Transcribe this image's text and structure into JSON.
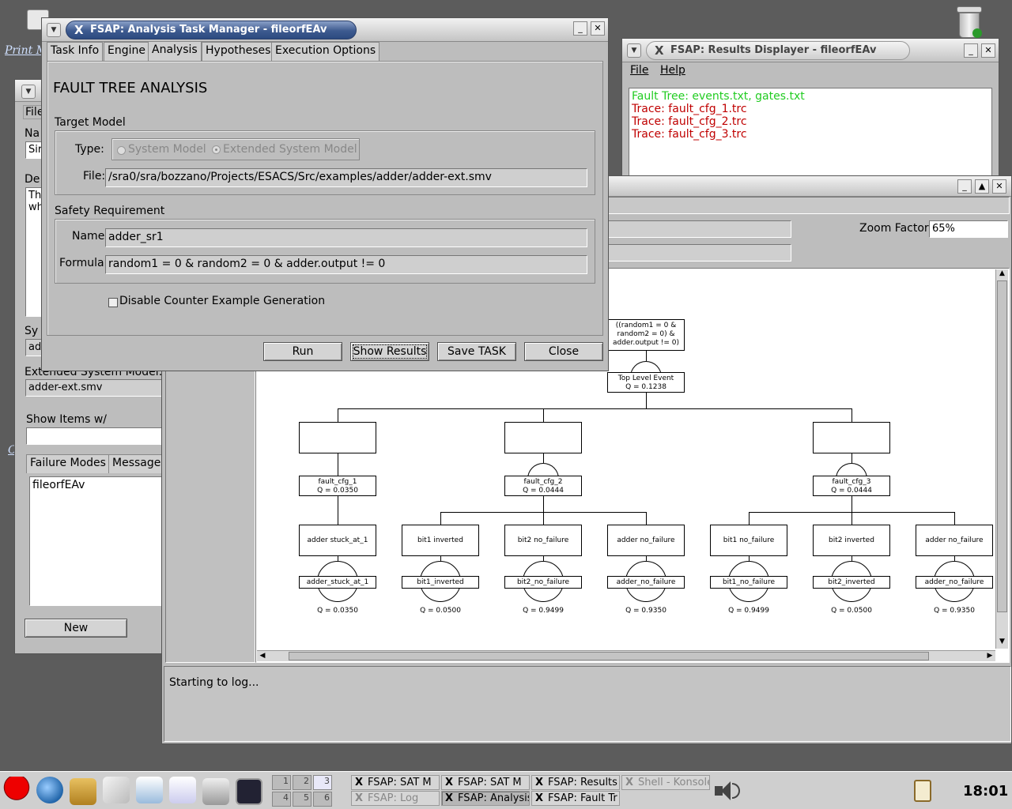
{
  "desktop": {
    "link_print": "Print M",
    "link_c": "C"
  },
  "task_manager": {
    "title": "FSAP: Analysis Task Manager - fileorfEAv",
    "tabs": [
      "Task Info",
      "Engine",
      "Analysis",
      "Hypotheses",
      "Execution Options"
    ],
    "heading": "FAULT TREE ANALYSIS",
    "target_model": {
      "label": "Target Model",
      "type_label": "Type:",
      "radio_system": "System Model",
      "radio_extended": "Extended System Model",
      "file_label": "File:",
      "file_value": "/sra0/sra/bozzano/Projects/ESACS/Src/examples/adder/adder-ext.smv"
    },
    "safety": {
      "label": "Safety Requirement",
      "name_label": "Name:",
      "name_value": "adder_sr1",
      "formula_label": "Formula:",
      "formula_value": "random1 = 0 & random2 = 0 & adder.output != 0"
    },
    "checkbox_label": "Disable Counter Example Generation",
    "buttons": {
      "run": "Run",
      "show_results": "Show Results",
      "save": "Save TASK",
      "close": "Close"
    }
  },
  "results": {
    "title": "FSAP: Results Displayer - fileorfEAv",
    "menu_file": "File",
    "menu_help": "Help",
    "items": [
      {
        "text": "Fault Tree: events.txt, gates.txt",
        "color": "#22cc22"
      },
      {
        "text": "Trace: fault_cfg_1.trc",
        "color": "#c00000"
      },
      {
        "text": "Trace: fault_cfg_2.trc",
        "color": "#c00000"
      },
      {
        "text": "Trace: fault_cfg_3.trc",
        "color": "#c00000"
      }
    ]
  },
  "left_window": {
    "menu_file": "File",
    "name_label": "Na",
    "name_value": "Sir",
    "desc_label": "De",
    "desc_line1": "Th",
    "desc_line2": "wh",
    "sys_label": "Sy",
    "sys_value": "ad",
    "ext_label": "Extended System Model:",
    "ext_value": "adder-ext.smv",
    "show_label": "Show Items w/",
    "tabs": [
      "Failure Modes",
      "Message"
    ],
    "list_item": "fileorfEAv",
    "new_button": "New"
  },
  "fault_tree_window": {
    "zoom_label": "Zoom Factor:",
    "zoom_value": "65%",
    "log_text": "Starting to log..."
  },
  "fault_tree": {
    "top_condition": [
      "((random1 = 0 &",
      "random2 = 0) &",
      "adder.output != 0)"
    ],
    "top_event": "Top Level Event",
    "top_q": "Q = 0.1238",
    "configs": [
      {
        "name": "fault_cfg_1",
        "q": "Q = 0.0350"
      },
      {
        "name": "fault_cfg_2",
        "q": "Q = 0.0444"
      },
      {
        "name": "fault_cfg_3",
        "q": "Q = 0.0444"
      }
    ],
    "leaves": [
      {
        "label": "adder stuck_at_1",
        "name": "adder_stuck_at_1",
        "q": "Q = 0.0350"
      },
      {
        "label": "bit1 inverted",
        "name": "bit1_inverted",
        "q": "Q = 0.0500"
      },
      {
        "label": "bit2 no_failure",
        "name": "bit2_no_failure",
        "q": "Q = 0.9499"
      },
      {
        "label": "adder no_failure",
        "name": "adder_no_failure",
        "q": "Q = 0.9350"
      },
      {
        "label": "bit1 no_failure",
        "name": "bit1_no_failure",
        "q": "Q = 0.9499"
      },
      {
        "label": "bit2 inverted",
        "name": "bit2_inverted",
        "q": "Q = 0.0500"
      },
      {
        "label": "adder no_failure",
        "name": "adder_no_failure",
        "q": "Q = 0.9350"
      }
    ]
  },
  "taskbar": {
    "desktops": [
      "1",
      "2",
      "3",
      "4",
      "5",
      "6"
    ],
    "tasks": [
      {
        "label": "FSAP: SAT M",
        "pressed": false,
        "dim": false
      },
      {
        "label": "FSAP: SAT M",
        "pressed": false,
        "dim": false
      },
      {
        "label": "FSAP: Results",
        "pressed": false,
        "dim": false
      },
      {
        "label": "Shell - Konsole",
        "pressed": false,
        "dim": true
      },
      {
        "label": "FSAP: Log",
        "pressed": false,
        "dim": true
      },
      {
        "label": "FSAP: Analysis",
        "pressed": true,
        "dim": false
      },
      {
        "label": "FSAP: Fault Tr",
        "pressed": false,
        "dim": false
      }
    ],
    "clock": "18:01"
  }
}
